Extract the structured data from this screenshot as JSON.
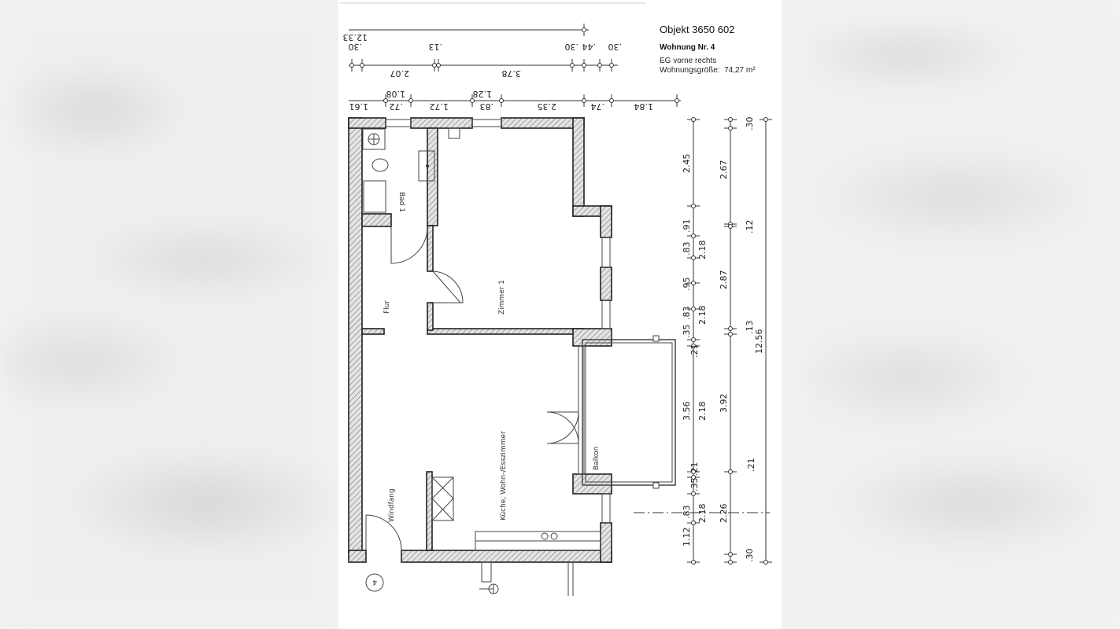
{
  "header": {
    "objekt": "Objekt 3650 602",
    "wohnung": "Wohnung Nr. 4",
    "lage": "EG vorne rechts",
    "groesse_label": "Wohnungsgröße:",
    "groesse_value": "74,27 m²"
  },
  "rooms": {
    "bad": "Bad 1",
    "flur": "Flur",
    "zimmer": "Zimmer 1",
    "kueche": "Küche, Wohn-/Esszimmer",
    "balkon": "Balkon",
    "windfang": "Windfang",
    "entry_number": "4"
  },
  "dimensions": {
    "top_total": "12.33",
    "top_row2": [
      ".30",
      "2.07",
      ".13",
      "3.78",
      ".30",
      ".44",
      ".30"
    ],
    "top_row3": [
      "1.61",
      ".72",
      "1.08",
      "1.72",
      ".83",
      "1.28",
      "2.35",
      ".74",
      "1.84"
    ],
    "right_col1": [
      "2.45",
      ".91",
      ".83",
      "2.18",
      ".95",
      ".83",
      "2.18",
      ".35",
      ".21",
      "3.56",
      "2.18",
      ".21",
      ".35",
      ".83",
      "2.18",
      "1.12"
    ],
    "right_col2": [
      ".30",
      "2.67",
      ".12",
      "2.87",
      ".13",
      "3.92",
      ".21",
      "2.26",
      ".30"
    ],
    "right_total": "12.56"
  },
  "colors": {
    "wall_hatch": "#9a9a9a",
    "line": "#222222"
  }
}
